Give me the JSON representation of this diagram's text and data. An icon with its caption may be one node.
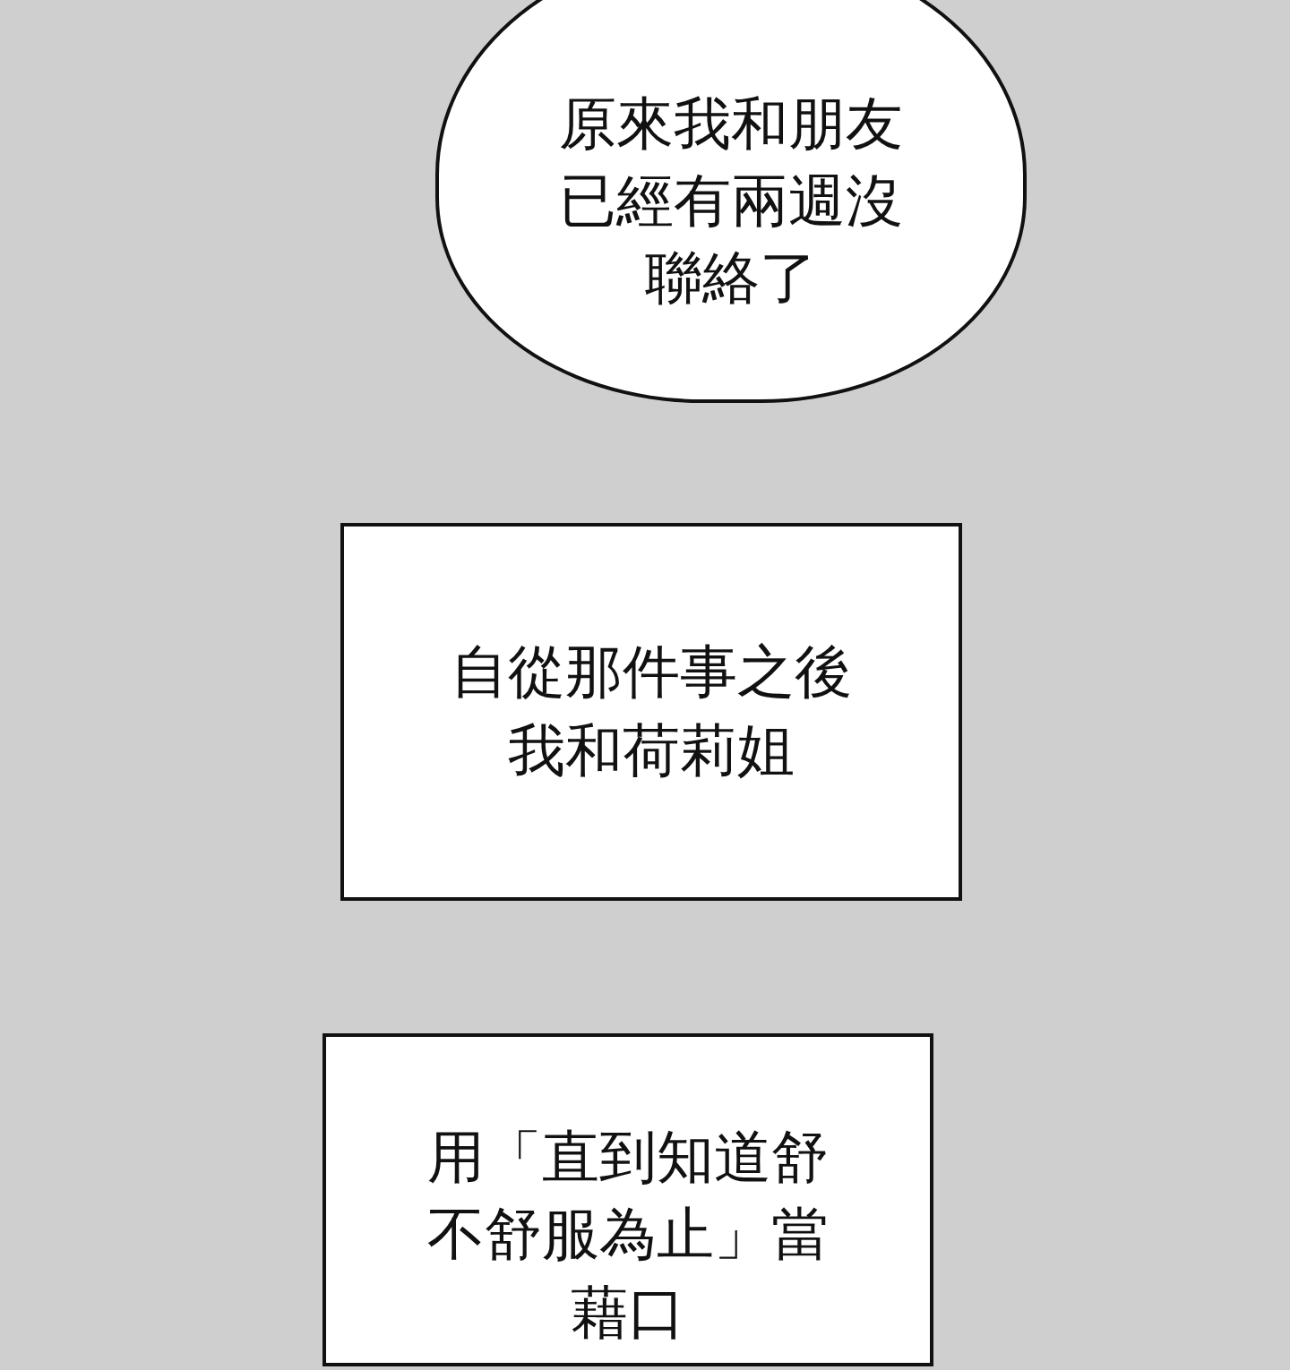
{
  "diagram": {
    "nodes": [
      {
        "text": [
          "原來我和朋友已經有兩週沒聯絡了"
        ]
      },
      {
        "text": [
          "自從那件事之後我和荷莉姐"
        ]
      },
      {
        "text": [
          "用「直到知道舒不舒服為止」當藉口"
        ]
      }
    ]
  }
}
